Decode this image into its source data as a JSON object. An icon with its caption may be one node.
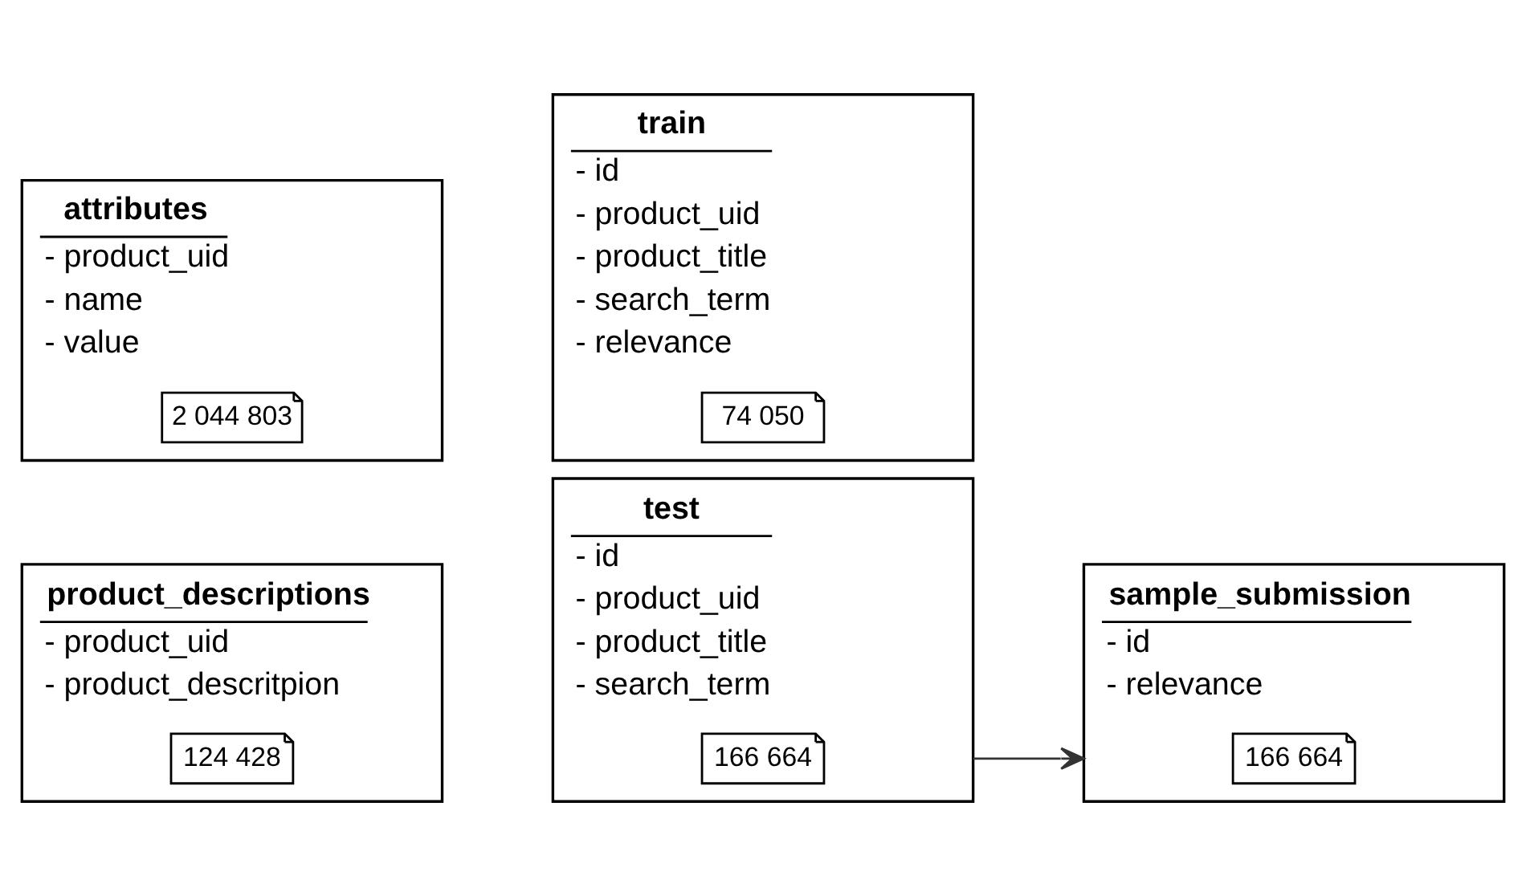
{
  "diagram": {
    "nodes": [
      {
        "text": [
          "product_descriptions",
          "- product_uid",
          "- product_descritpion"
        ]
      },
      {
        "text": [
          "124 428"
        ],
        "in": 0
      },
      {
        "text": [
          "test",
          "- id",
          "- product_uid",
          "- product_title",
          "- search_term"
        ]
      },
      {
        "text": [
          "166 664"
        ],
        "in": 2
      },
      {
        "text": [
          "sample_submission",
          "- id",
          "- relevance"
        ]
      },
      {
        "text": [
          "166 664"
        ],
        "in": 4
      },
      {
        "text": [
          "attributes",
          "- product_uid",
          "- name",
          "- value"
        ]
      },
      {
        "text": [
          "2 044 803"
        ],
        "in": 6
      },
      {
        "text": [
          "train",
          "- id",
          "- product_uid",
          "- product_title",
          "- search_term",
          "- relevance"
        ]
      },
      {
        "text": [
          "74 050"
        ],
        "in": 8
      }
    ],
    "edges": [
      {
        "from": 2,
        "to": 4,
        "arrow": "to"
      }
    ]
  }
}
